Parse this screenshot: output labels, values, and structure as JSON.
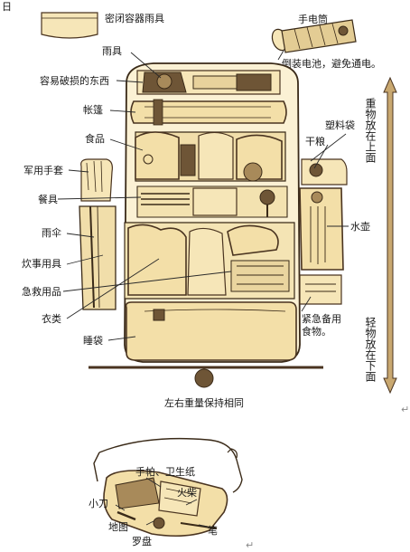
{
  "corner_mark": "日",
  "labels": {
    "sealed_container_rain_gear": "密闭容器雨具",
    "flashlight": "手电筒",
    "flashlight_note": "倒装电池，避免通电。",
    "rain_gear": "雨具",
    "fragile_items": "容易破损的东西",
    "tent": "帐篷",
    "food": "食品",
    "military_gloves": "军用手套",
    "tableware": "餐具",
    "umbrella": "雨伞",
    "cooking_utensils": "炊事用具",
    "first_aid": "急救用品",
    "clothing": "衣类",
    "sleeping_bag": "睡袋",
    "plastic_bag": "塑料袋",
    "dry_rations": "干粮",
    "water_bottle": "水壶",
    "emergency_food_line1": "紧急备用",
    "emergency_food_line2": "食物。",
    "heavy_on_top": "重物放在上面",
    "light_on_bottom": "轻物放在下面",
    "balance_note": "左右重量保持相同"
  },
  "pouch_labels": {
    "handkerchief_tissue": "手帕、卫生纸",
    "matches": "火柴",
    "knife": "小刀",
    "map": "地图",
    "compass": "罗盘",
    "pen": "笔"
  },
  "colors": {
    "canvas": "#f3dfa8",
    "ink": "#3a2a18",
    "leather": "#6e5536"
  }
}
